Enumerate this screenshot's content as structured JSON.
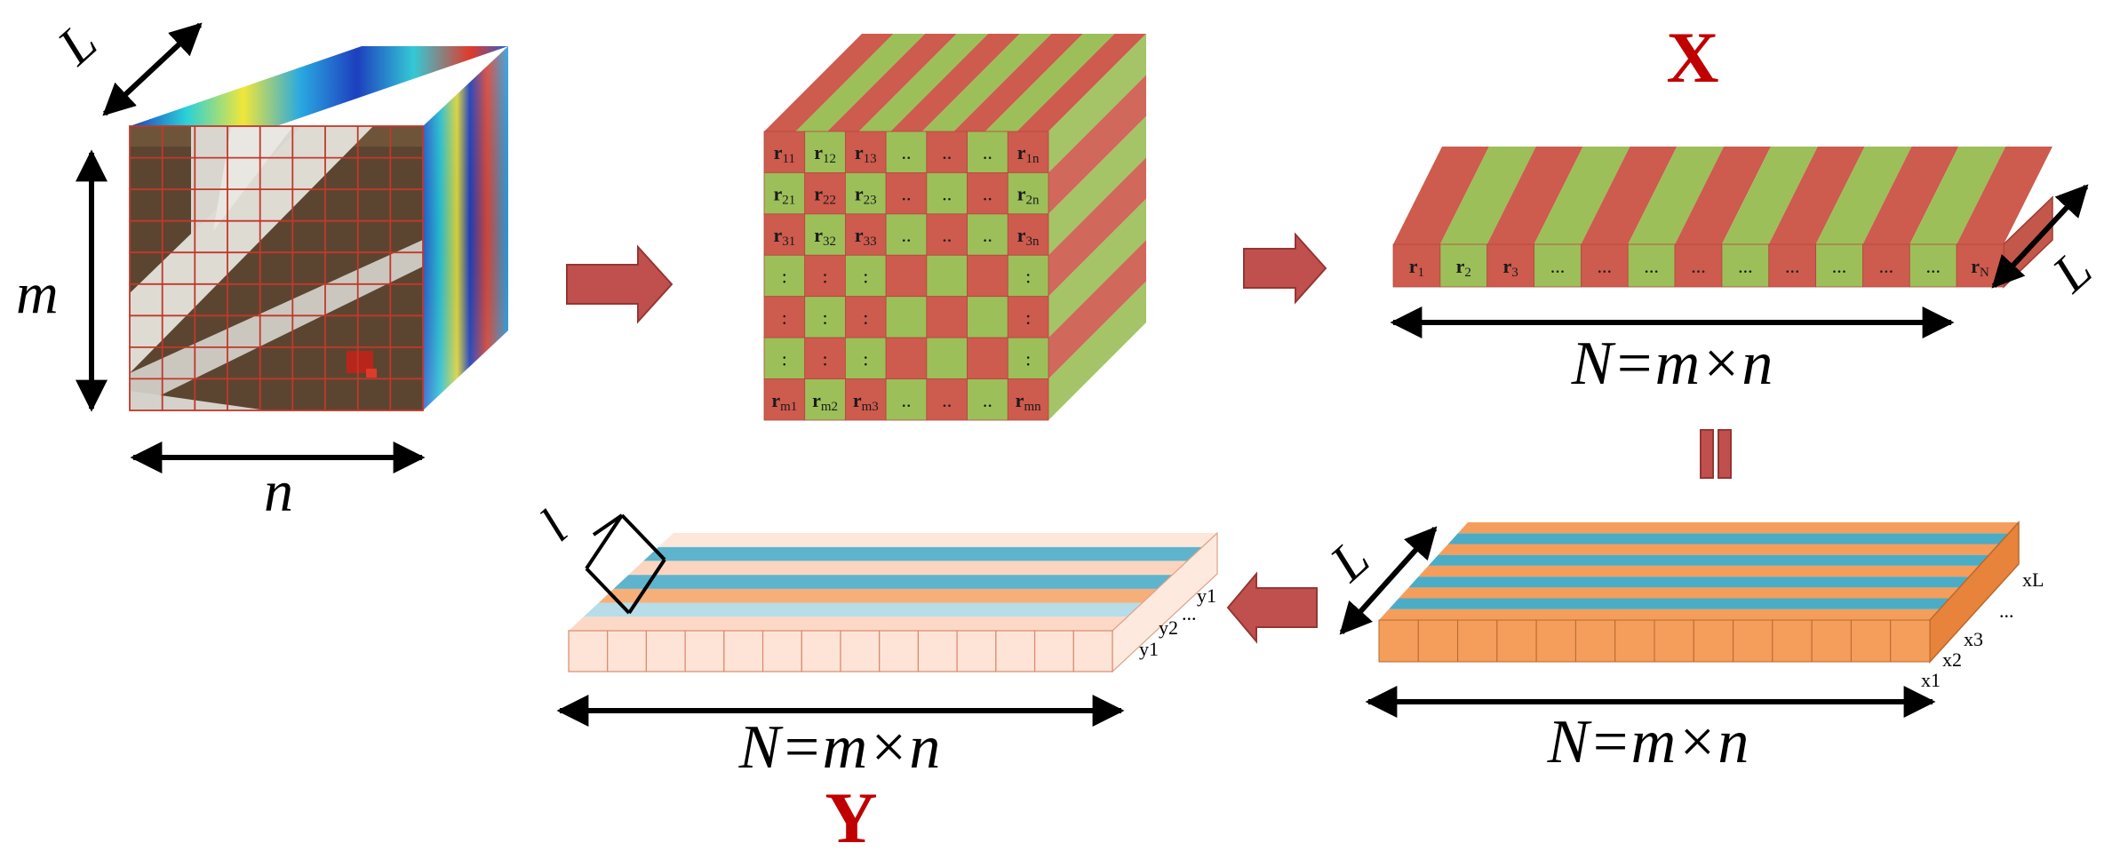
{
  "cube": {
    "dim_m": "m",
    "dim_n": "n",
    "dim_L": "L"
  },
  "pixel_grid": {
    "rows": [
      [
        "r11",
        "r12",
        "r13",
        "..",
        "..",
        "..",
        "r1n"
      ],
      [
        "r21",
        "r22",
        "r23",
        "..",
        "..",
        "..",
        "r2n"
      ],
      [
        "r31",
        "r32",
        "r33",
        "..",
        "..",
        "..",
        "r3n"
      ],
      [
        ":",
        ":",
        ":",
        "",
        "",
        "",
        ":"
      ],
      [
        ":",
        ":",
        ":",
        "",
        "",
        "",
        ":"
      ],
      [
        ":",
        ":",
        ":",
        "",
        "",
        "",
        ":"
      ],
      [
        "rm1",
        "rm2",
        "rm3",
        "..",
        "..",
        "..",
        "rmn"
      ]
    ]
  },
  "matrix_x": {
    "title": "X",
    "cells": [
      "r1",
      "r2",
      "r3",
      "...",
      "...",
      "...",
      "...",
      "...",
      "...",
      "...",
      "...",
      "...",
      "rN"
    ],
    "dim_label": "N=m×n",
    "depth_label": "L",
    "equals": "="
  },
  "bands_x": {
    "labels": [
      "xL",
      "...",
      "x3",
      "x2",
      "x1"
    ],
    "dim_label": "N=m×n",
    "depth_label": "L"
  },
  "matrix_y": {
    "title": "Y",
    "labels": [
      "y1",
      "...",
      "y2",
      "y1"
    ],
    "dim_label": "N=m×n",
    "depth_label": "l"
  },
  "colors": {
    "red": "#cd5b4e",
    "green": "#9cbf5a",
    "orange": "#f59d5b",
    "blue": "#4bacc6",
    "arrow": "#c0504d",
    "title_red": "#c00000"
  }
}
